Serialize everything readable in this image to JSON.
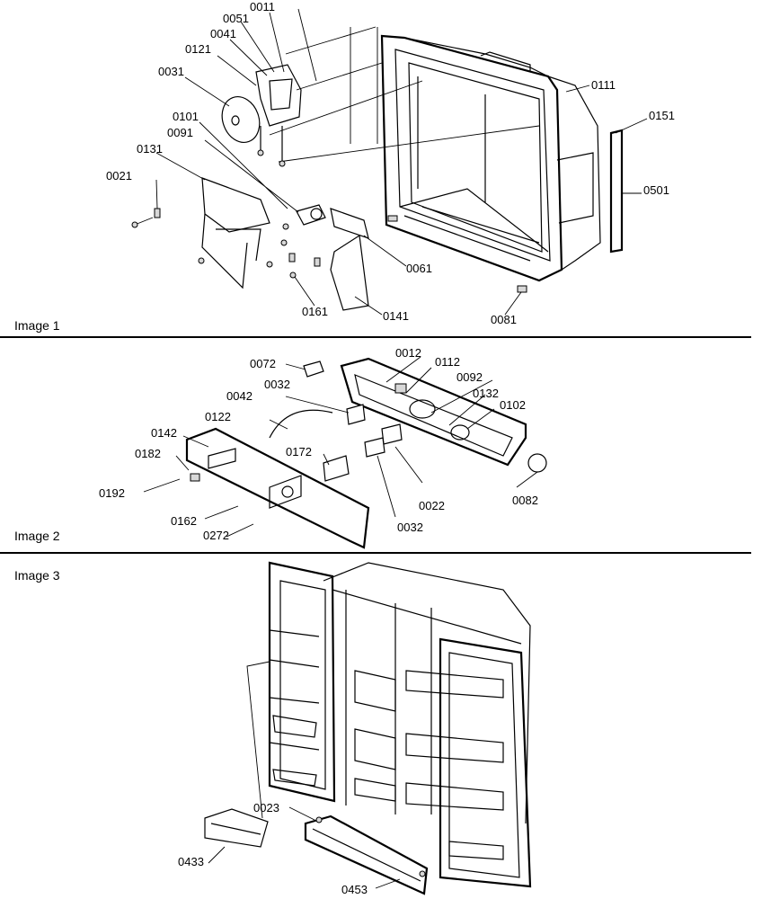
{
  "panels": [
    {
      "title": "Image 1",
      "parts": [
        "0011",
        "0051",
        "0041",
        "0121",
        "0031",
        "0101",
        "0091",
        "0131",
        "0021",
        "0111",
        "0151",
        "0501",
        "0061",
        "0161",
        "0141",
        "0081"
      ]
    },
    {
      "title": "Image 2",
      "parts": [
        "0072",
        "0012",
        "0112",
        "0032",
        "0092",
        "0042",
        "0132",
        "0102",
        "0122",
        "0142",
        "0182",
        "0172",
        "0192",
        "0022",
        "0082",
        "0162",
        "0032",
        "0272"
      ]
    },
    {
      "title": "Image 3",
      "parts": [
        "0023",
        "0433",
        "0453"
      ]
    }
  ]
}
